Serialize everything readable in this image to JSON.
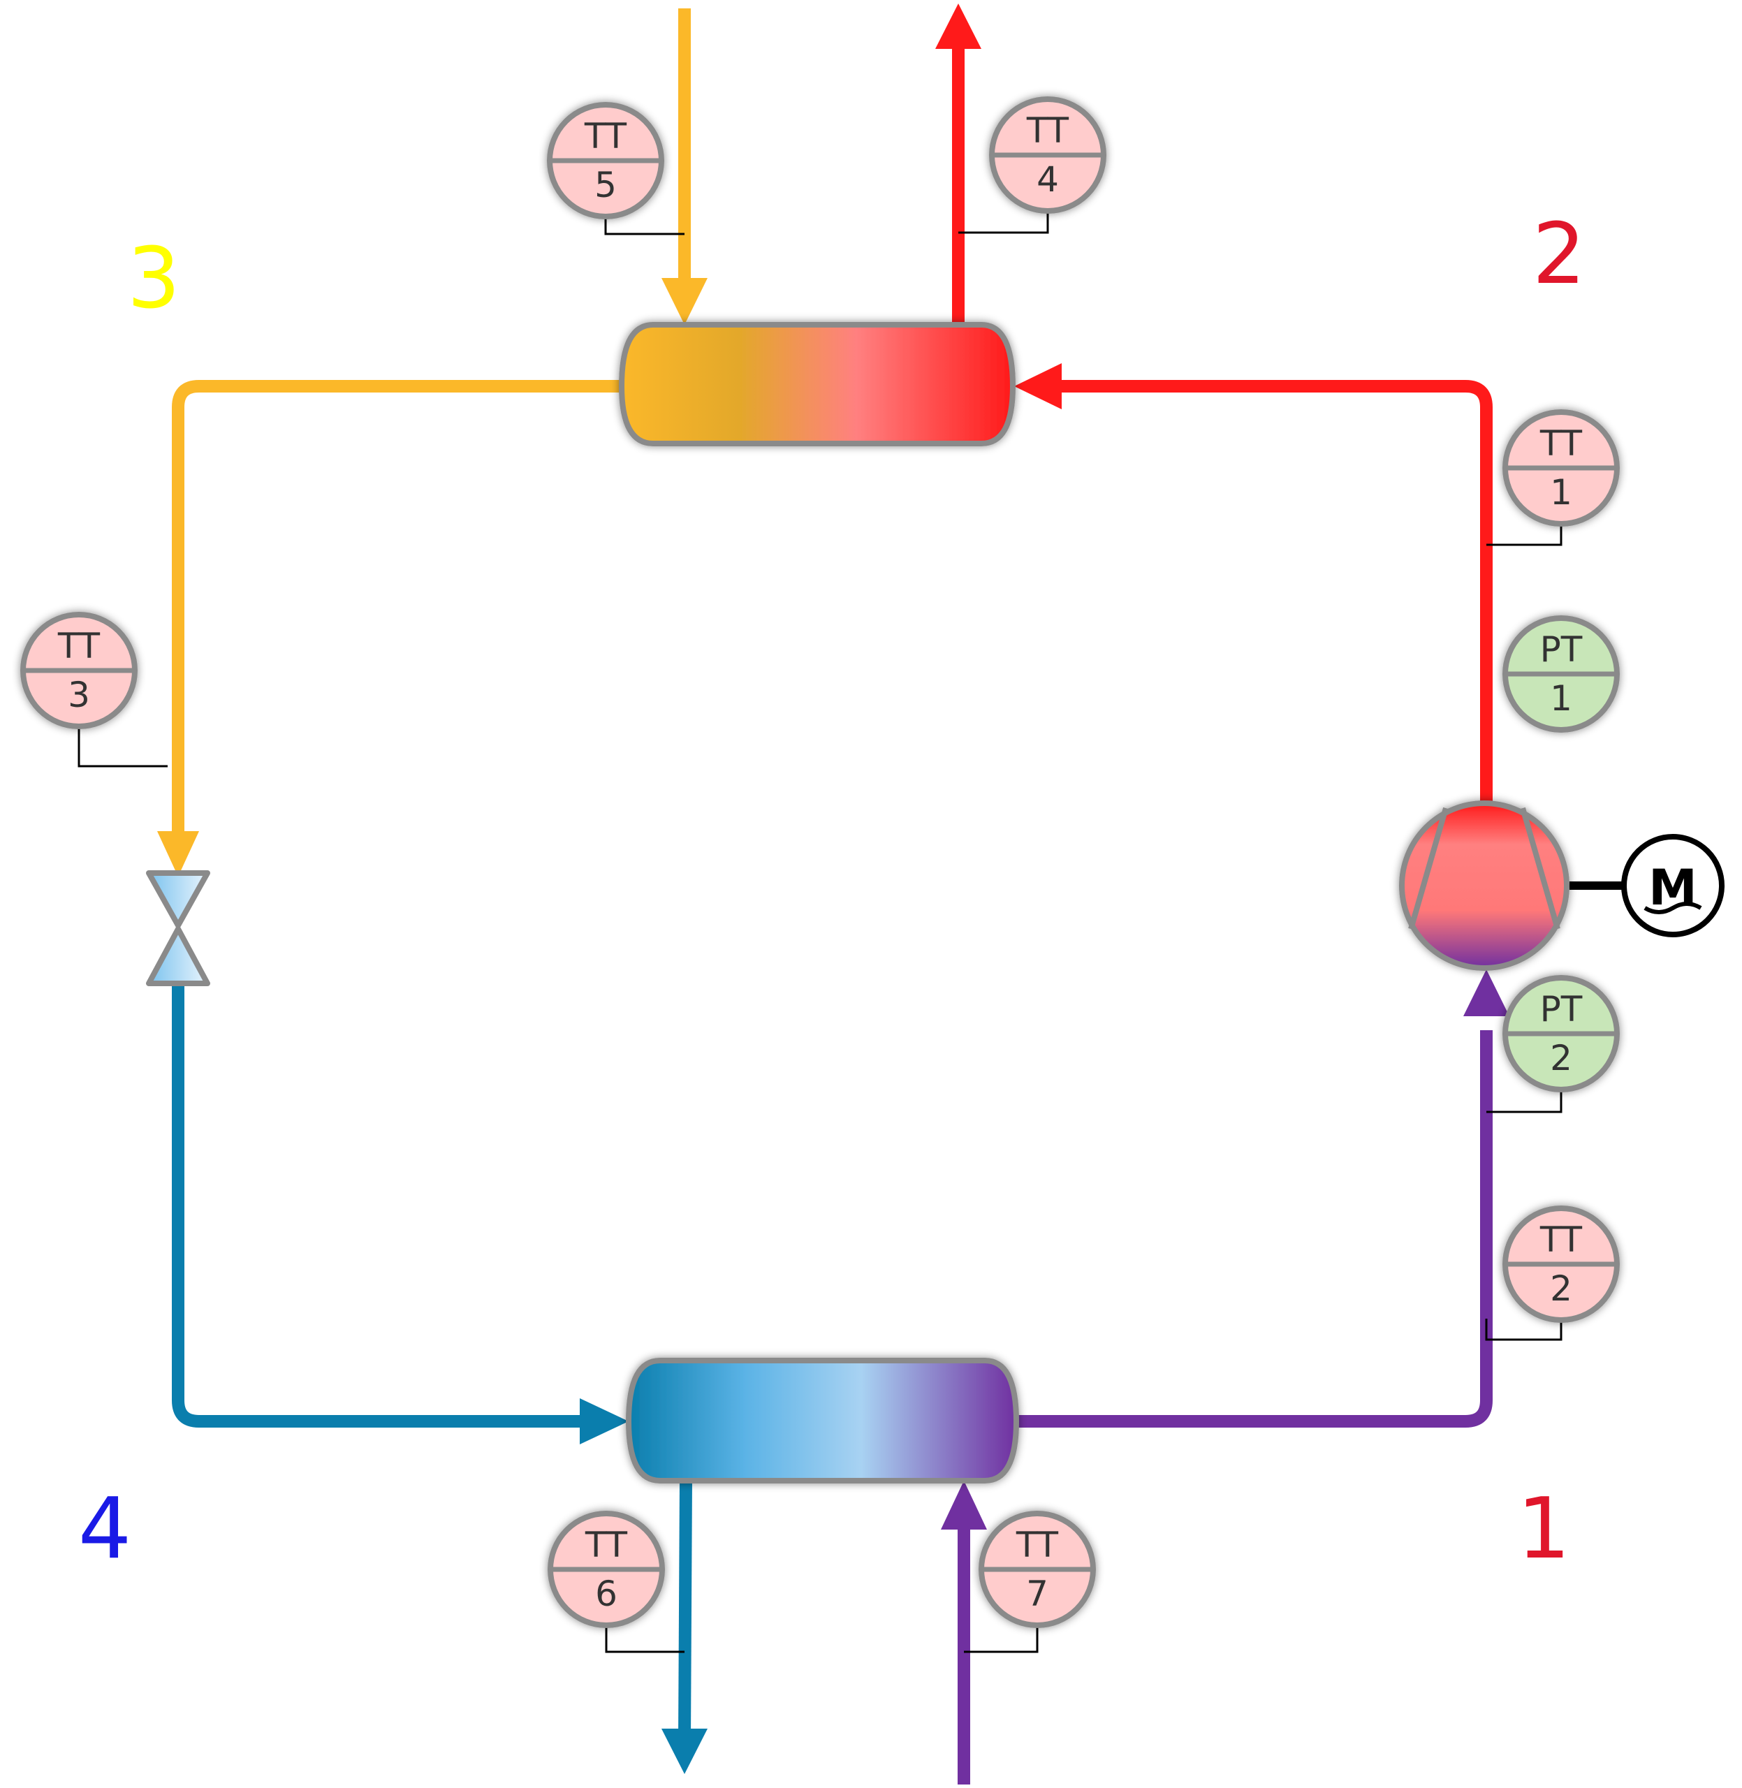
{
  "colors": {
    "hot": "#ff1a1a",
    "warm": "#fbb829",
    "cold": "#0a7ead",
    "suction": "#7030a0",
    "tt_fill": "#ffcccc",
    "pt_fill": "#c8e6b8",
    "state_1": "#e0162b",
    "state_2": "#e0162b",
    "state_3": "#ffff00",
    "state_4": "#1a1ae6"
  },
  "states": {
    "s1": "1",
    "s2": "2",
    "s3": "3",
    "s4": "4"
  },
  "instruments": {
    "tt1": {
      "tag": "TT",
      "num": "1"
    },
    "tt2": {
      "tag": "TT",
      "num": "2"
    },
    "tt3": {
      "tag": "TT",
      "num": "3"
    },
    "tt4": {
      "tag": "TT",
      "num": "4"
    },
    "tt5": {
      "tag": "TT",
      "num": "5"
    },
    "tt6": {
      "tag": "TT",
      "num": "6"
    },
    "tt7": {
      "tag": "TT",
      "num": "7"
    },
    "pt1": {
      "tag": "PT",
      "num": "1"
    },
    "pt2": {
      "tag": "PT",
      "num": "2"
    }
  },
  "motor": {
    "label": "M"
  }
}
